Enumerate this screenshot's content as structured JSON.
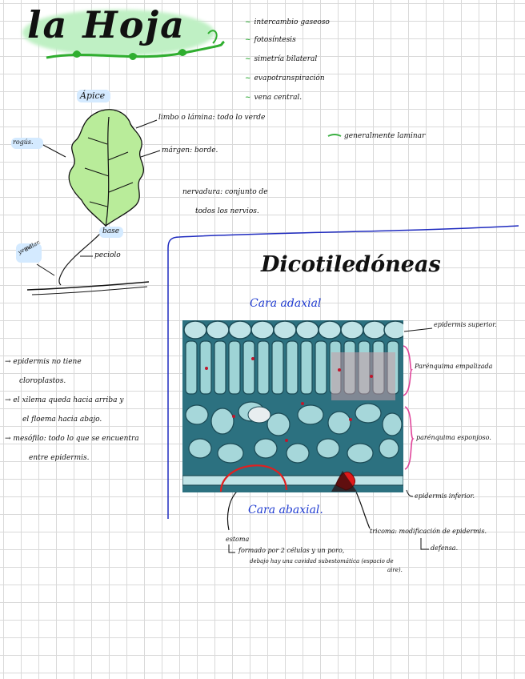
{
  "title": "la Hoja",
  "features": [
    "intercambio gaseoso",
    "fotosíntesis",
    "simetría bilateral",
    "evapotranspiración",
    "vena central."
  ],
  "note_size": "generalmente laminar",
  "leaf_labels": {
    "apex": "Ápice",
    "lobes": "rogús.",
    "blade": "limbo o lámina: todo lo verde",
    "margin": "márgen: borde.",
    "venation_line1": "nervadura: conjunto de",
    "venation_line2": "todos los nervios.",
    "base": "base",
    "petiole": "peciolo",
    "bud_line1": "yema",
    "bud_line2": "axilar."
  },
  "left_notes": [
    "epidermis no tiene",
    "cloroplastos.",
    "el xilema queda hacia arriba y",
    "el floema hacia abajo.",
    "mesófilo: todo lo que se encuentra",
    "entre epidermis."
  ],
  "section": {
    "title": "Dicotiledóneas",
    "upper_face": "Cara adaxial",
    "lower_face": "Cara abaxial."
  },
  "tissue_labels": {
    "upper_epidermis": "epidermis superior.",
    "palisade": "Parénquima empalizada",
    "spongy": "parénquima esponjoso.",
    "lower_epidermis": "epidermis inferior."
  },
  "stoma": {
    "label": "estoma",
    "note_line1": "formado por 2 células y un poro,",
    "note_line2": "debajo hay una cavidad subestomática (espacio de",
    "note_line3": "aire)."
  },
  "trichome": {
    "label": "tricoma: modificación de epidermis.",
    "sub": "defensa."
  },
  "colors": {
    "highlight_green": "#bff0c4",
    "highlight_blue": "#d4eaff",
    "ink_blue": "#1f3bd1",
    "bracket_pink": "#e0449a",
    "circle_red": "#e02020"
  }
}
